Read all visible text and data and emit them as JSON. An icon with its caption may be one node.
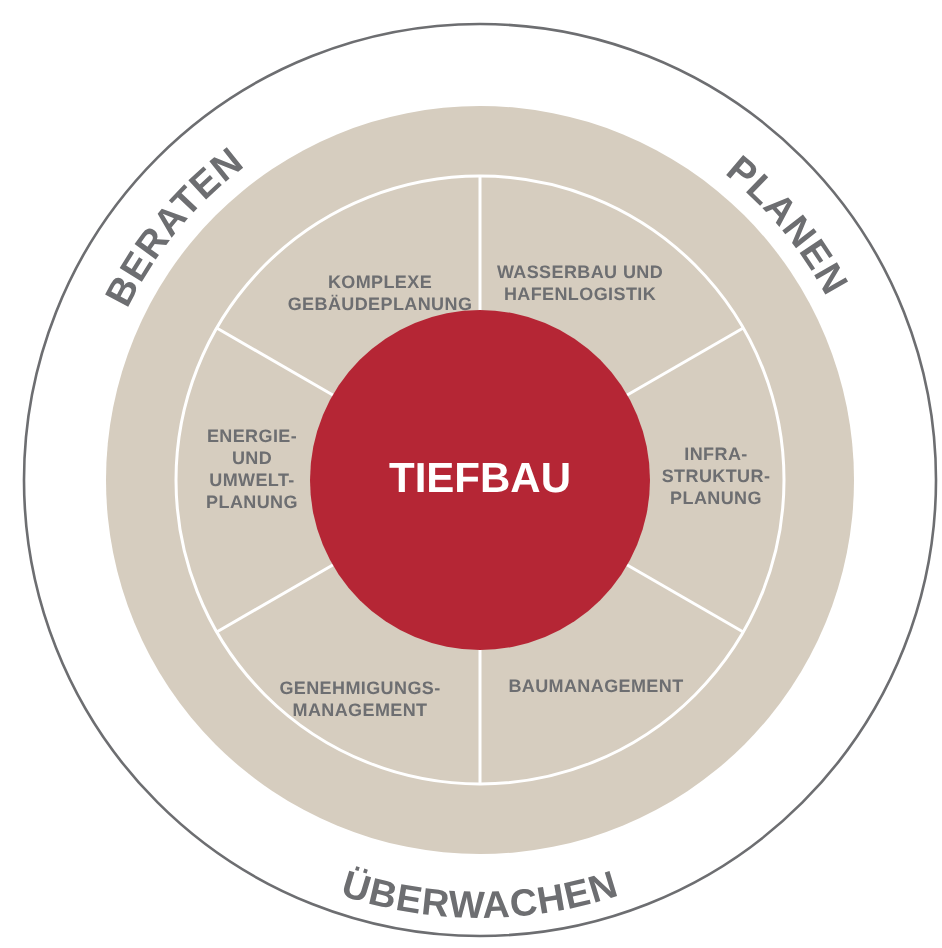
{
  "diagram": {
    "nodes": [
      {
        "text": [
          "BERATEN",
          "PLANEN",
          "ÜBERWACHEN"
        ]
      },
      {
        "text": [
          "KOMPLEXE GEBÄUDEPLANUNG"
        ],
        "in": 0
      },
      {
        "text": [
          "WASSERBAU UND HAFENLOGISTIK"
        ],
        "in": 0
      },
      {
        "text": [
          "ENERGIE- UND UMWELT- PLANUNG"
        ],
        "in": 0
      },
      {
        "text": [
          "TIEFBAU"
        ],
        "in": 0
      },
      {
        "text": [
          "INFRA- STRUKTUR- PLANUNG"
        ],
        "in": 0
      },
      {
        "text": [
          "GENEHMIGUNGS- MANAGEMENT"
        ],
        "in": 0
      },
      {
        "text": [
          "BAUMANAGEMENT"
        ],
        "in": 0
      }
    ]
  }
}
